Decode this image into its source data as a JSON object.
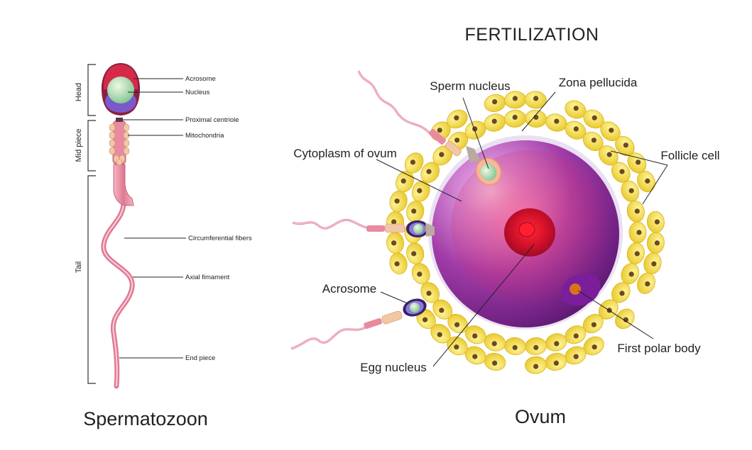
{
  "title": "FERTILIZATION",
  "sperm": {
    "caption": "Spermatozoon",
    "regions": {
      "head": "Head",
      "mid_piece": "Mid piece",
      "tail": "Tail"
    },
    "labels": {
      "acrosome": "Acrosome",
      "nucleus": "Nucleus",
      "proximal_centriole": "Proximal centriole",
      "mitochondria": "Mitochondria",
      "circumferential_fibers": "Circumferential fibers",
      "axial_filament": "Axial fimament",
      "end_piece": "End piece"
    }
  },
  "ovum": {
    "caption": "Ovum",
    "labels": {
      "sperm_nucleus": "Sperm nucleus",
      "zona_pellucida": "Zona pellucida",
      "cytoplasm": "Cytoplasm of ovum",
      "follicle_cell": "Follicle cell",
      "acrosome": "Acrosome",
      "egg_nucleus": "Egg nucleus",
      "first_polar_body": "First polar body"
    }
  },
  "colors": {
    "follicle": "#f3d93a",
    "follicle_nucleus": "#6a4a1e",
    "zona": "#ffffff",
    "cytoplasm": "#8e2b9c",
    "egg_nucleus": "#e2162b",
    "sperm_head": "#c8233f",
    "sperm_nucleus": "#a8d8a0",
    "tail": "#e88aa0"
  }
}
